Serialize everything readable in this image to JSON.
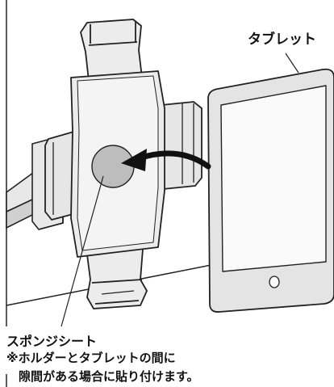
{
  "labels": {
    "tablet": "タブレット",
    "sponge_sheet": "スポンジシート",
    "note_line1": "※ホルダーとタブレットの間に",
    "note_line2": "隙間がある場合に貼り付けます。"
  },
  "colors": {
    "line": "#222222",
    "sponge": "#bdbdbd",
    "holder_face": "#ececec",
    "holder_shade": "#d4d4d4",
    "tablet_screen": "#fafafa"
  },
  "icons": {
    "arrow": "curved-arrow-icon"
  }
}
